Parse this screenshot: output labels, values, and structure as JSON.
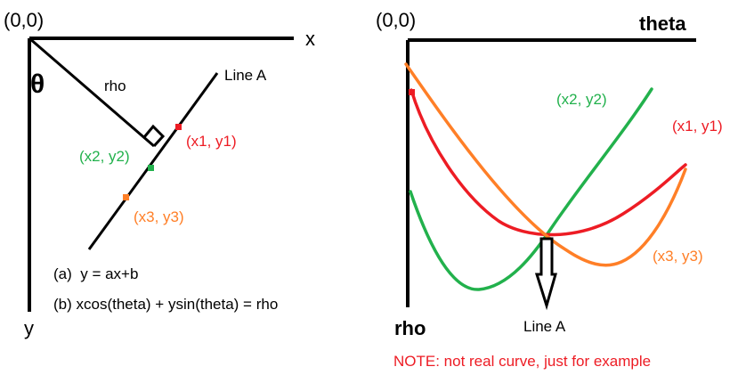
{
  "colors": {
    "axis": "#000000",
    "green": "#22b14c",
    "red": "#ed1c24",
    "orange": "#ff7f27"
  },
  "left_diagram": {
    "origin_label": "(0,0)",
    "x_axis_label": "x",
    "y_axis_label": "y",
    "angle_symbol": "θ",
    "rho_label": "rho",
    "line_label": "Line A",
    "points": [
      {
        "label": "(x1, y1)",
        "color": "#ed1c24"
      },
      {
        "label": "(x2, y2)",
        "color": "#22b14c"
      },
      {
        "label": "(x3, y3)",
        "color": "#ff7f27"
      }
    ],
    "equation_a": "(a)  y = ax+b",
    "equation_b": "(b) xcos(theta) + ysin(theta) = rho"
  },
  "right_diagram": {
    "origin_label": "(0,0)",
    "x_axis_label": "theta",
    "y_axis_label": "rho",
    "curves": [
      {
        "label": "(x2, y2)",
        "color": "#22b14c"
      },
      {
        "label": "(x1, y1)",
        "color": "#ed1c24"
      },
      {
        "label": "(x3, y3)",
        "color": "#ff7f27"
      }
    ],
    "intersection_label": "Line A",
    "note": "NOTE: not real curve, just for example"
  }
}
